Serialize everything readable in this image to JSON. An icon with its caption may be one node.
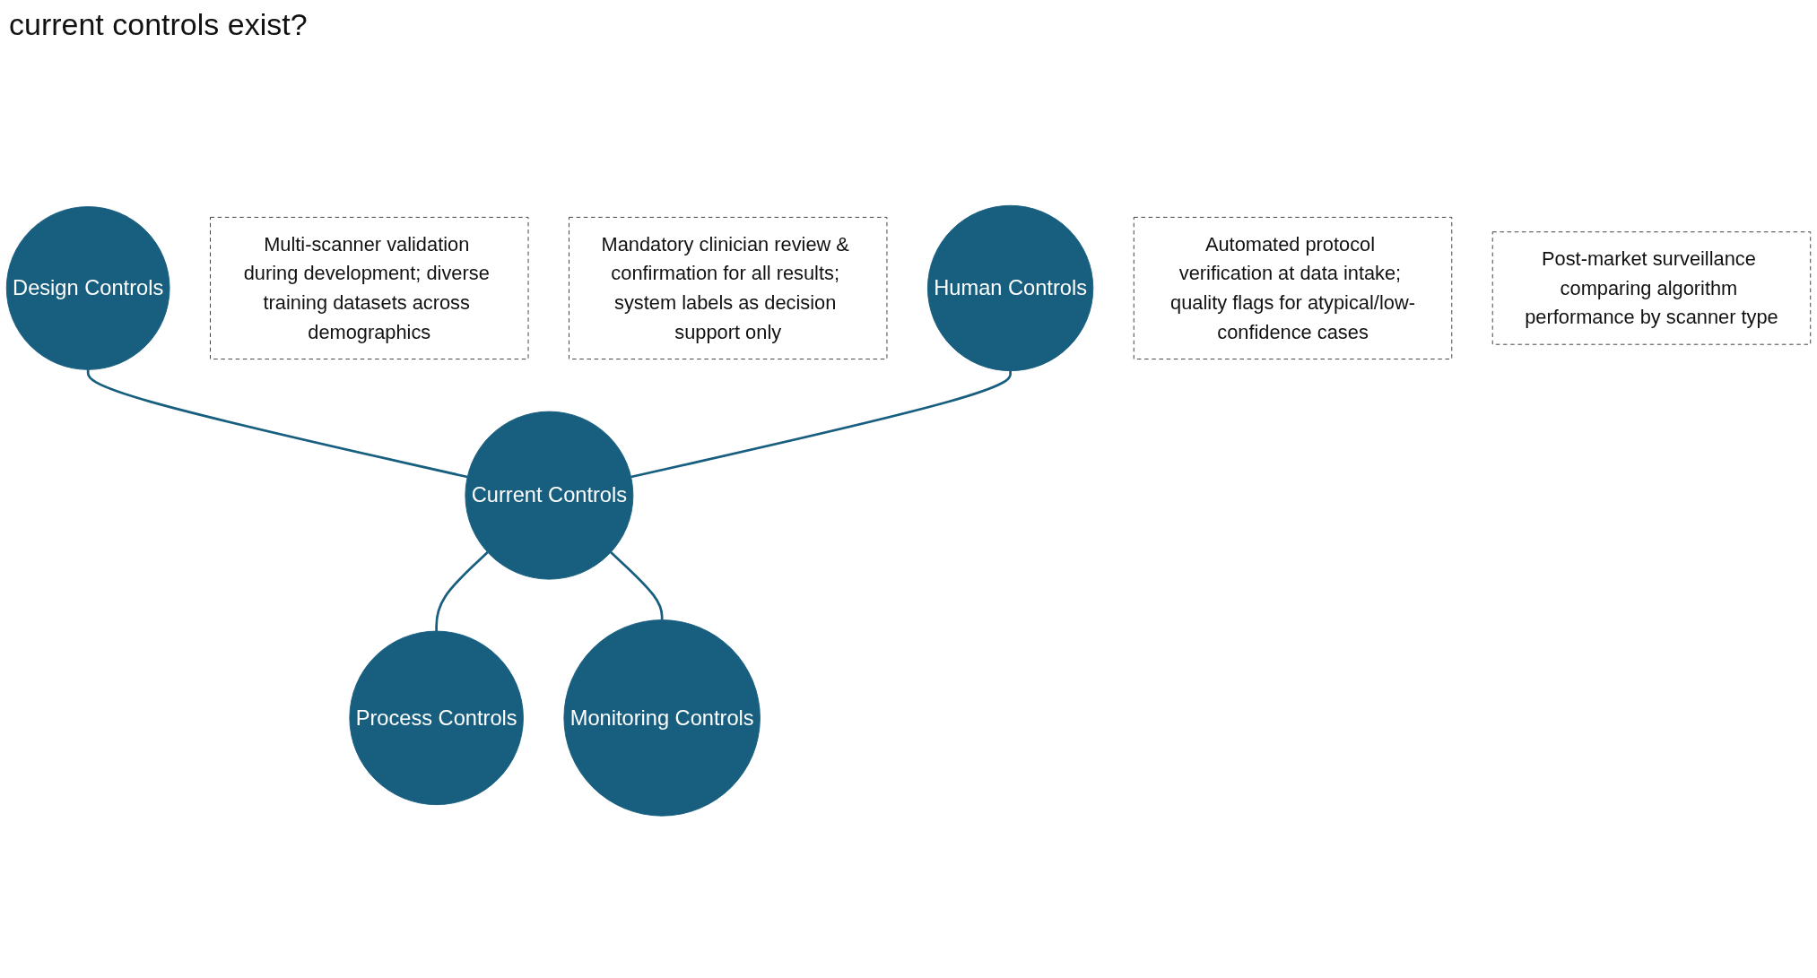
{
  "diagram": {
    "title": "current controls exist?",
    "nodes": [
      {
        "text": [
          "Design Controls"
        ]
      },
      {
        "text": [
          "Multi-scanner validation during development; diverse training datasets across demographics"
        ]
      },
      {
        "text": [
          "Mandatory clinician review & confirmation for all results; system labels as decision support only"
        ]
      },
      {
        "text": [
          "Human Controls"
        ]
      },
      {
        "text": [
          "Current Controls"
        ]
      },
      {
        "text": [
          "Process Controls"
        ]
      },
      {
        "text": [
          "Automated protocol verification at data intake; quality flags for atypical/low-confidence cases"
        ]
      },
      {
        "text": [
          "Post-market surveillance comparing algorithm performance by scanner type"
        ]
      },
      {
        "text": [
          "Monitoring Controls"
        ]
      }
    ],
    "edges": [
      {
        "from": 0,
        "to": 4,
        "arrow": "none"
      },
      {
        "from": 3,
        "to": 4,
        "arrow": "none"
      },
      {
        "from": 4,
        "to": 5,
        "arrow": "none"
      },
      {
        "from": 4,
        "to": 8,
        "arrow": "none"
      }
    ]
  }
}
